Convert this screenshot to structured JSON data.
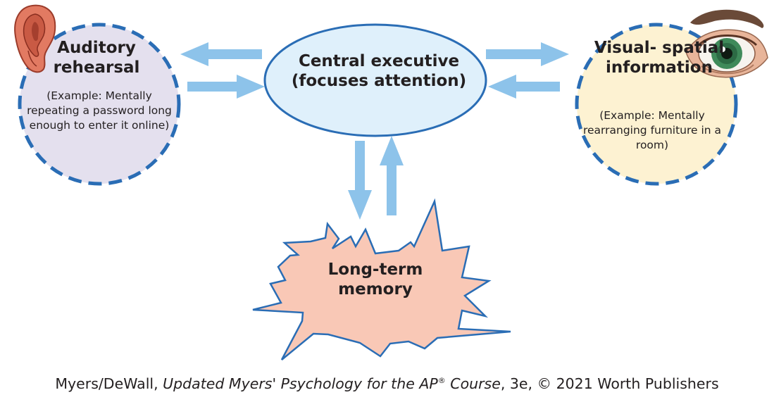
{
  "nodes": {
    "auditory": {
      "title": "Auditory rehearsal",
      "example": "(Example: Mentally repeating a password long enough to enter it online)",
      "fill": "#e4e0ee",
      "border": "#2a6db5",
      "icon": "ear-icon"
    },
    "central": {
      "title": "Central executive (focuses attention)",
      "fill": "#dff0fb",
      "border": "#2a6db5"
    },
    "visual": {
      "title": "Visual- spatial information",
      "example": "(Example: Mentally rearranging furniture in a room)",
      "fill": "#fdf2d2",
      "border": "#2a6db5",
      "icon": "eye-icon"
    },
    "longterm": {
      "title": "Long-term memory",
      "fill": "#f9c8b6",
      "border": "#2a6db5"
    }
  },
  "arrows": {
    "color": "#8dc3ea"
  },
  "credit": {
    "authors": "Myers/DeWall, ",
    "book": "Updated Myers' Psychology for the AP",
    "reg": "®",
    "course": " Course",
    "rest": ", 3e, © 2021 Worth Publishers"
  }
}
